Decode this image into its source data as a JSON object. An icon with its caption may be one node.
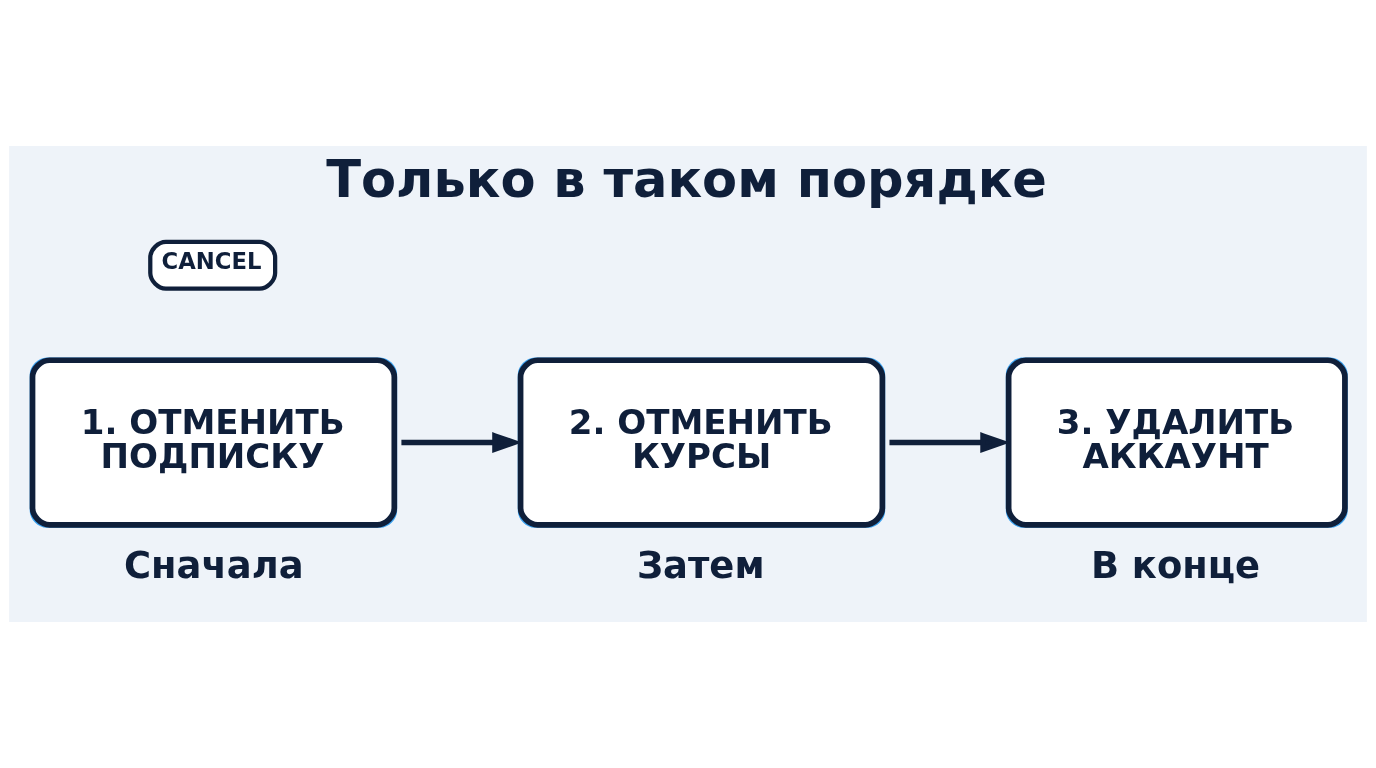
{
  "diagram": {
    "title": "Только в таком порядке",
    "nodes": [
      {
        "text": [
          "1. ОТМЕНИТЬ ПОДПИСКУ"
        ],
        "beside": [
          "Сначала"
        ]
      },
      {
        "text": [
          "2. ОТМЕНИТЬ КУРСЫ"
        ],
        "beside": [
          "Затем"
        ]
      },
      {
        "text": [
          "3. УДАЛИТЬ АККАУНТ"
        ],
        "beside": [
          "В конце"
        ]
      }
    ],
    "edges": [
      {
        "from": 0,
        "to": 1,
        "arrow": "to"
      },
      {
        "from": 1,
        "to": 2,
        "arrow": "to"
      }
    ],
    "labels": [
      "CANCEL"
    ]
  }
}
